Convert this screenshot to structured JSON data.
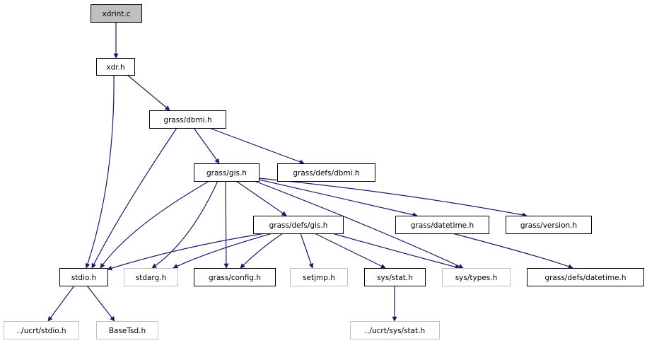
{
  "title": "xdrint.c include dependency graph",
  "colors": {
    "edge": "#191970",
    "root_fill": "#bfbfbf",
    "border_normal": "#000000",
    "border_external": "#bfbfbf",
    "fill_normal": "#ffffff"
  },
  "nodes": [
    {
      "id": "xdrint_c",
      "label": "xdrint.c",
      "kind": "root"
    },
    {
      "id": "xdr_h",
      "label": "xdr.h",
      "kind": "normal"
    },
    {
      "id": "grass_dbmi_h",
      "label": "grass/dbmi.h",
      "kind": "normal"
    },
    {
      "id": "grass_gis_h",
      "label": "grass/gis.h",
      "kind": "normal"
    },
    {
      "id": "grass_defs_dbmi_h",
      "label": "grass/defs/dbmi.h",
      "kind": "normal"
    },
    {
      "id": "grass_defs_gis_h",
      "label": "grass/defs/gis.h",
      "kind": "normal"
    },
    {
      "id": "grass_datetime_h",
      "label": "grass/datetime.h",
      "kind": "normal"
    },
    {
      "id": "grass_version_h",
      "label": "grass/version.h",
      "kind": "normal"
    },
    {
      "id": "stdio_h",
      "label": "stdio.h",
      "kind": "normal"
    },
    {
      "id": "stdarg_h",
      "label": "stdarg.h",
      "kind": "external"
    },
    {
      "id": "grass_config_h",
      "label": "grass/config.h",
      "kind": "normal"
    },
    {
      "id": "setjmp_h",
      "label": "setjmp.h",
      "kind": "external"
    },
    {
      "id": "sys_stat_h",
      "label": "sys/stat.h",
      "kind": "normal"
    },
    {
      "id": "sys_types_h",
      "label": "sys/types.h",
      "kind": "external"
    },
    {
      "id": "grass_defs_datetime_h",
      "label": "grass/defs/datetime.h",
      "kind": "normal"
    },
    {
      "id": "ucrt_stdio_h",
      "label": "../ucrt/stdio.h",
      "kind": "external"
    },
    {
      "id": "basetsd_h",
      "label": "BaseTsd.h",
      "kind": "external"
    },
    {
      "id": "ucrt_sys_stat_h",
      "label": "../ucrt/sys/stat.h",
      "kind": "external"
    }
  ],
  "edges": [
    {
      "from": "xdrint_c",
      "to": "xdr_h"
    },
    {
      "from": "xdr_h",
      "to": "stdio_h"
    },
    {
      "from": "xdr_h",
      "to": "grass_dbmi_h"
    },
    {
      "from": "grass_dbmi_h",
      "to": "stdio_h"
    },
    {
      "from": "grass_dbmi_h",
      "to": "grass_gis_h"
    },
    {
      "from": "grass_dbmi_h",
      "to": "grass_defs_dbmi_h"
    },
    {
      "from": "grass_gis_h",
      "to": "stdio_h"
    },
    {
      "from": "grass_gis_h",
      "to": "stdarg_h"
    },
    {
      "from": "grass_gis_h",
      "to": "grass_config_h"
    },
    {
      "from": "grass_gis_h",
      "to": "grass_defs_gis_h"
    },
    {
      "from": "grass_gis_h",
      "to": "sys_types_h"
    },
    {
      "from": "grass_gis_h",
      "to": "grass_datetime_h"
    },
    {
      "from": "grass_gis_h",
      "to": "grass_version_h"
    },
    {
      "from": "grass_defs_gis_h",
      "to": "stdio_h"
    },
    {
      "from": "grass_defs_gis_h",
      "to": "stdarg_h"
    },
    {
      "from": "grass_defs_gis_h",
      "to": "grass_config_h"
    },
    {
      "from": "grass_defs_gis_h",
      "to": "setjmp_h"
    },
    {
      "from": "grass_defs_gis_h",
      "to": "sys_stat_h"
    },
    {
      "from": "grass_defs_gis_h",
      "to": "sys_types_h"
    },
    {
      "from": "grass_datetime_h",
      "to": "grass_defs_datetime_h"
    },
    {
      "from": "stdio_h",
      "to": "ucrt_stdio_h"
    },
    {
      "from": "stdio_h",
      "to": "basetsd_h"
    },
    {
      "from": "sys_stat_h",
      "to": "ucrt_sys_stat_h"
    }
  ]
}
